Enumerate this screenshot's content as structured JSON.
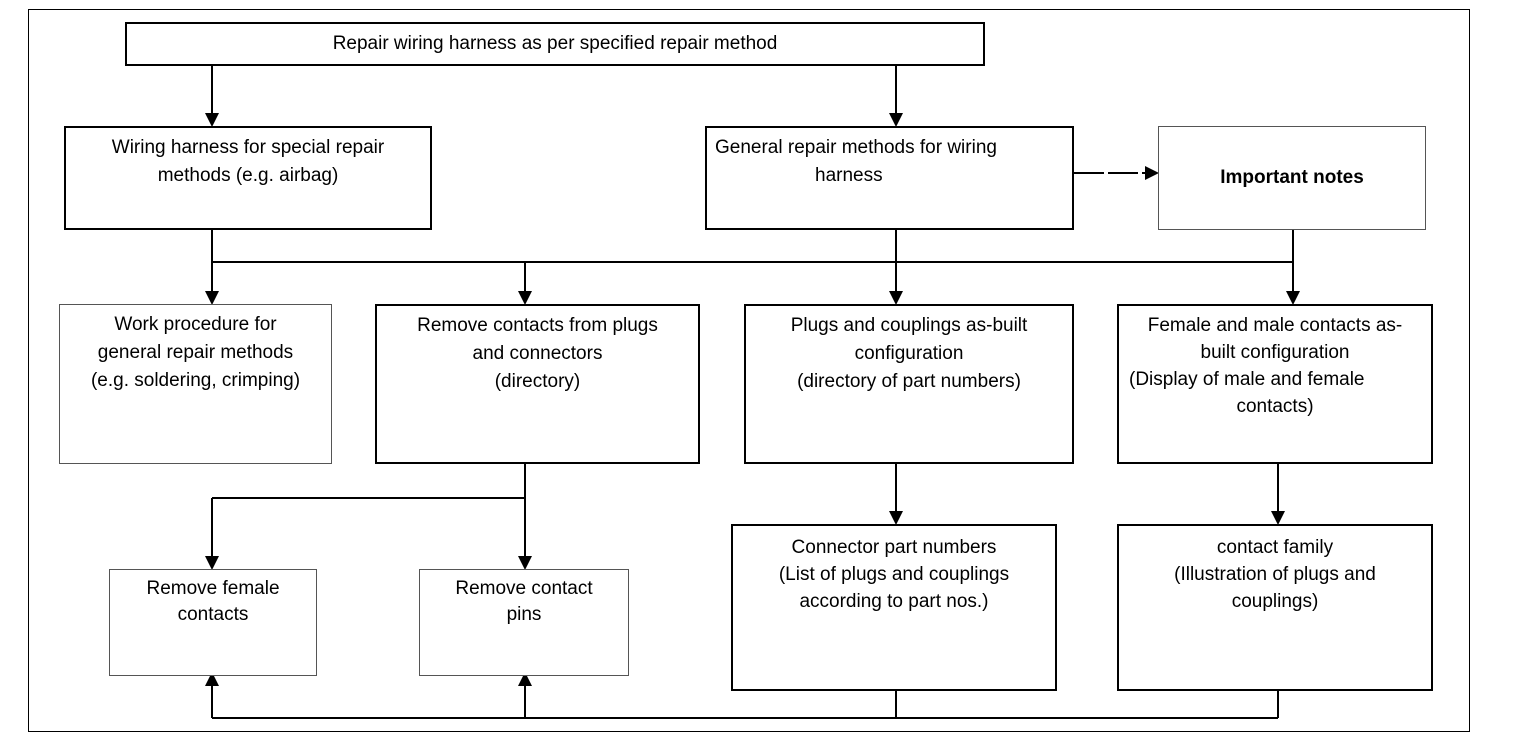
{
  "diagram": {
    "top": {
      "title": "Repair wiring harness as per specified repair method"
    },
    "special_methods": {
      "lines": [
        "Wiring harness for special repair",
        "methods (e.g. airbag)"
      ]
    },
    "general_methods": {
      "lines": [
        "General repair methods for wiring",
        "harness"
      ]
    },
    "important_notes": {
      "label": "Important notes"
    },
    "work_procedure": {
      "lines": [
        "Work procedure for",
        "general repair methods",
        "(e.g. soldering, crimping)"
      ]
    },
    "remove_contacts": {
      "lines": [
        "Remove contacts from plugs",
        "and connectors",
        "(directory)"
      ]
    },
    "plugs_couplings": {
      "lines": [
        "Plugs and couplings as-built",
        "configuration",
        "(directory of part numbers)"
      ]
    },
    "female_male": {
      "lines": [
        "Female and male contacts as-",
        "built configuration",
        "(Display of male and female",
        "contacts)"
      ]
    },
    "remove_female": {
      "lines": [
        "Remove female",
        "contacts"
      ]
    },
    "remove_pins": {
      "lines": [
        "Remove contact",
        "pins"
      ]
    },
    "connector_part_numbers": {
      "lines": [
        "Connector part numbers",
        "(List of plugs and couplings",
        "according to part nos.)"
      ]
    },
    "contact_family": {
      "lines": [
        "contact family",
        "(Illustration of plugs and",
        "couplings)"
      ]
    }
  }
}
